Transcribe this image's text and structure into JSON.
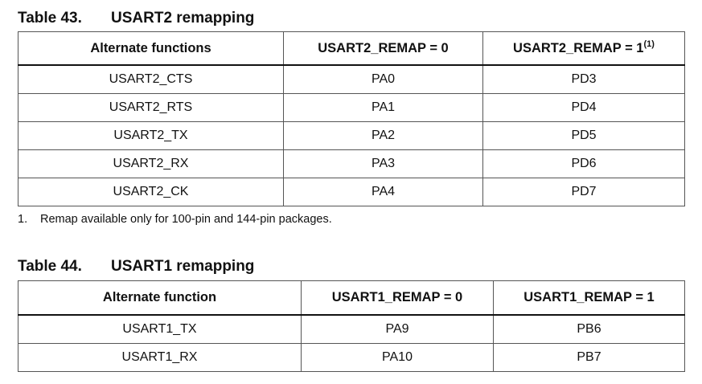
{
  "table43": {
    "number": "Table 43.",
    "title": "USART2 remapping",
    "headers": [
      "Alternate functions",
      "USART2_REMAP = 0",
      "USART2_REMAP = 1"
    ],
    "header_note": "(1)",
    "rows": [
      [
        "USART2_CTS",
        "PA0",
        "PD3"
      ],
      [
        "USART2_RTS",
        "PA1",
        "PD4"
      ],
      [
        "USART2_TX",
        "PA2",
        "PD5"
      ],
      [
        "USART2_RX",
        "PA3",
        "PD6"
      ],
      [
        "USART2_CK",
        "PA4",
        "PD7"
      ]
    ],
    "footnote": {
      "number": "1.",
      "text": "Remap available only for 100-pin and 144-pin packages."
    }
  },
  "table44": {
    "number": "Table 44.",
    "title": "USART1 remapping",
    "headers": [
      "Alternate function",
      "USART1_REMAP = 0",
      "USART1_REMAP = 1"
    ],
    "rows": [
      [
        "USART1_TX",
        "PA9",
        "PB6"
      ],
      [
        "USART1_RX",
        "PA10",
        "PB7"
      ]
    ]
  }
}
